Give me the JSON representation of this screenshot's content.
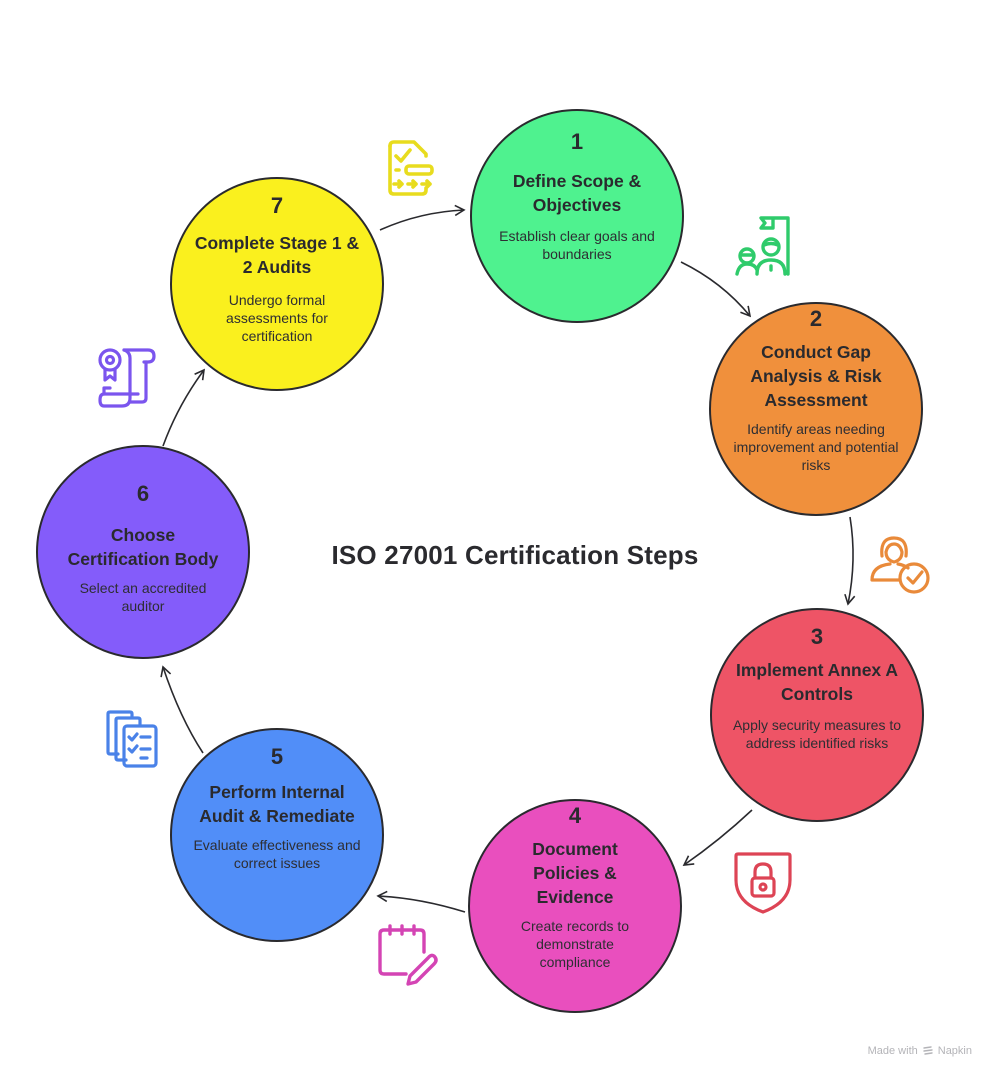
{
  "diagram": {
    "title": "ISO 27001 Certification Steps",
    "watermark": {
      "prefix": "Made with",
      "brand": "Napkin",
      "icon": "napkin-logo-icon"
    },
    "steps": [
      {
        "number": "1",
        "title": "Define Scope & Objectives",
        "description": "Establish clear goals and boundaries",
        "color": "#4FF28F",
        "icon": "flag-team-icon",
        "icon_color": "#2FCB6B"
      },
      {
        "number": "2",
        "title": "Conduct Gap Analysis & Risk Assessment",
        "description": "Identify areas needing improvement and potential risks",
        "color": "#F0903C",
        "icon": "user-check-icon",
        "icon_color": "#E98A3A"
      },
      {
        "number": "3",
        "title": "Implement Annex A Controls",
        "description": "Apply security measures to address identified risks",
        "color": "#EE5466",
        "icon": "shield-lock-icon",
        "icon_color": "#DD4455"
      },
      {
        "number": "4",
        "title": "Document Policies & Evidence",
        "description": "Create records to demonstrate compliance",
        "color": "#E94FBE",
        "icon": "notepad-pencil-icon",
        "icon_color": "#D444B4"
      },
      {
        "number": "5",
        "title": "Perform Internal Audit & Remediate",
        "description": "Evaluate effectiveness and correct issues",
        "color": "#518EF8",
        "icon": "checklist-documents-icon",
        "icon_color": "#4A82E8"
      },
      {
        "number": "6",
        "title": "Choose Certification Body",
        "description": "Select an accredited auditor",
        "color": "#845CFA",
        "icon": "certificate-scroll-icon",
        "icon_color": "#7B55EE"
      },
      {
        "number": "7",
        "title": "Complete Stage 1 & 2 Audits",
        "description": "Undergo formal assessments for certification",
        "color": "#FAF01E",
        "icon": "document-checklist-arrows-icon",
        "icon_color": "#E8DC1E"
      }
    ]
  }
}
